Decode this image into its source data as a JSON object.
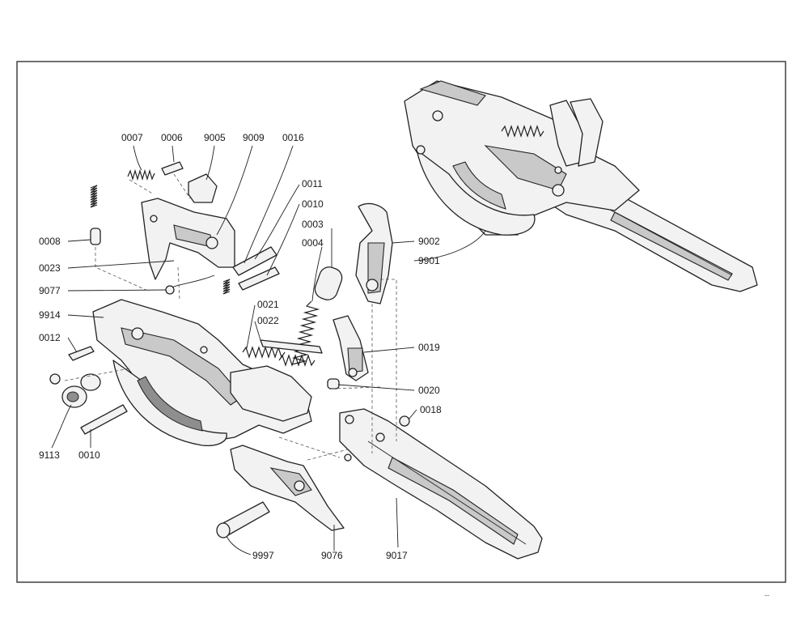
{
  "diagram": {
    "labels": {
      "p0007": "0007",
      "p0006": "0006",
      "p9005": "9005",
      "p9009": "9009",
      "p0016": "0016",
      "p0011": "0011",
      "p0010a": "0010",
      "p0003": "0003",
      "p9002": "9002",
      "p9901": "9901",
      "p0004": "0004",
      "p0008": "0008",
      "p0023": "0023",
      "p9077": "9077",
      "p0021": "0021",
      "p0022": "0022",
      "p9914": "9914",
      "p0012": "0012",
      "p0019": "0019",
      "p0020": "0020",
      "p0018": "0018",
      "p9113": "9113",
      "p0010b": "0010",
      "p9997": "9997",
      "p9076": "9076",
      "p9017": "9017"
    },
    "page_mark": "--"
  }
}
